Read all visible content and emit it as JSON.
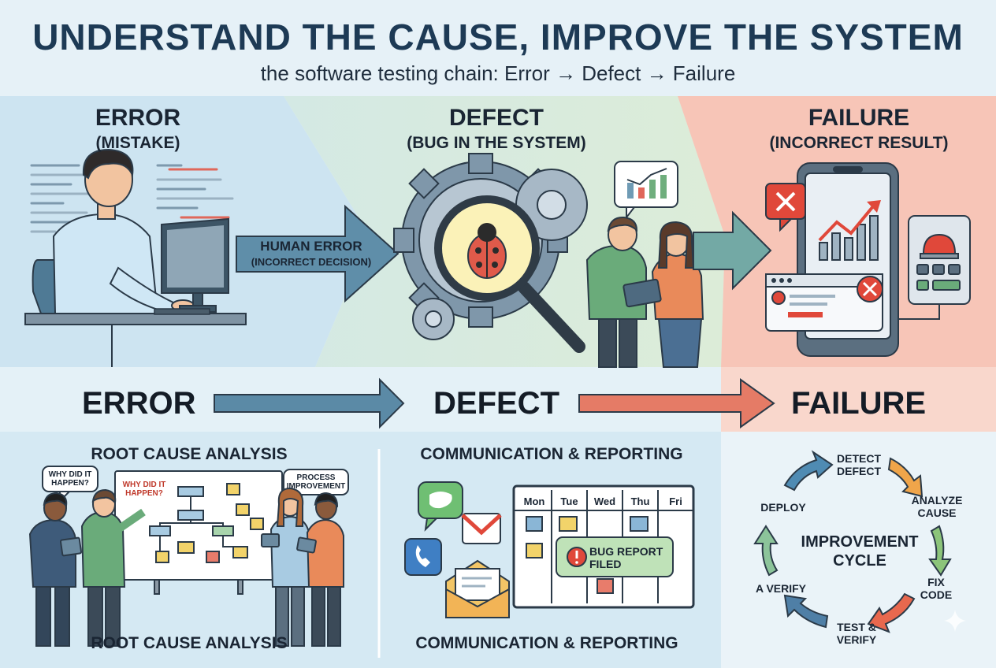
{
  "header": {
    "title": "UNDERSTAND THE CAUSE, IMPROVE THE SYSTEM",
    "subtitle": "the software testing chain: Error → Defect → Failure"
  },
  "panels": {
    "error": {
      "title": "ERROR",
      "subtitle": "(MISTAKE)",
      "arrow_label": "HUMAN ERROR",
      "arrow_sublabel": "(INCORRECT DECISION)"
    },
    "defect": {
      "title": "DEFECT",
      "subtitle": "(BUG IN THE SYSTEM)"
    },
    "failure": {
      "title": "FAILURE",
      "subtitle": "(INCORRECT RESULT)"
    }
  },
  "flow": {
    "step1": "ERROR",
    "step2": "DEFECT",
    "step3": "FAILURE"
  },
  "root_cause": {
    "title": "ROOT CAUSE ANALYSIS",
    "footer": "ROOT CAUSE ANALYSIS",
    "bubble_left": "WHY DID IT HAPPEN?",
    "board_text": "WHY DID IT HAPPEN?",
    "bubble_right": "PROCESS IMPROVEMENT"
  },
  "communication": {
    "title": "COMMUNICATION & REPORTING",
    "footer": "COMMUNICATION & REPORTING",
    "days": [
      "Mon",
      "Tue",
      "Wed",
      "Thu",
      "Fri"
    ],
    "bug_report": "BUG REPORT FILED"
  },
  "cycle": {
    "center": "IMPROVEMENT CYCLE",
    "steps": [
      "DETECT DEFECT",
      "ANALYZE CAUSE",
      "FIX CODE",
      "TEST & VERIFY",
      "A VERIFY",
      "DEPLOY"
    ]
  },
  "colors": {
    "error_bg": "#cfe6f2",
    "defect_bg": "#d6eadb",
    "failure_bg": "#f6c4b6",
    "flow_arrow_blue": "#5b8aa6",
    "flow_arrow_red": "#e57b66",
    "title": "#1d3a55"
  }
}
